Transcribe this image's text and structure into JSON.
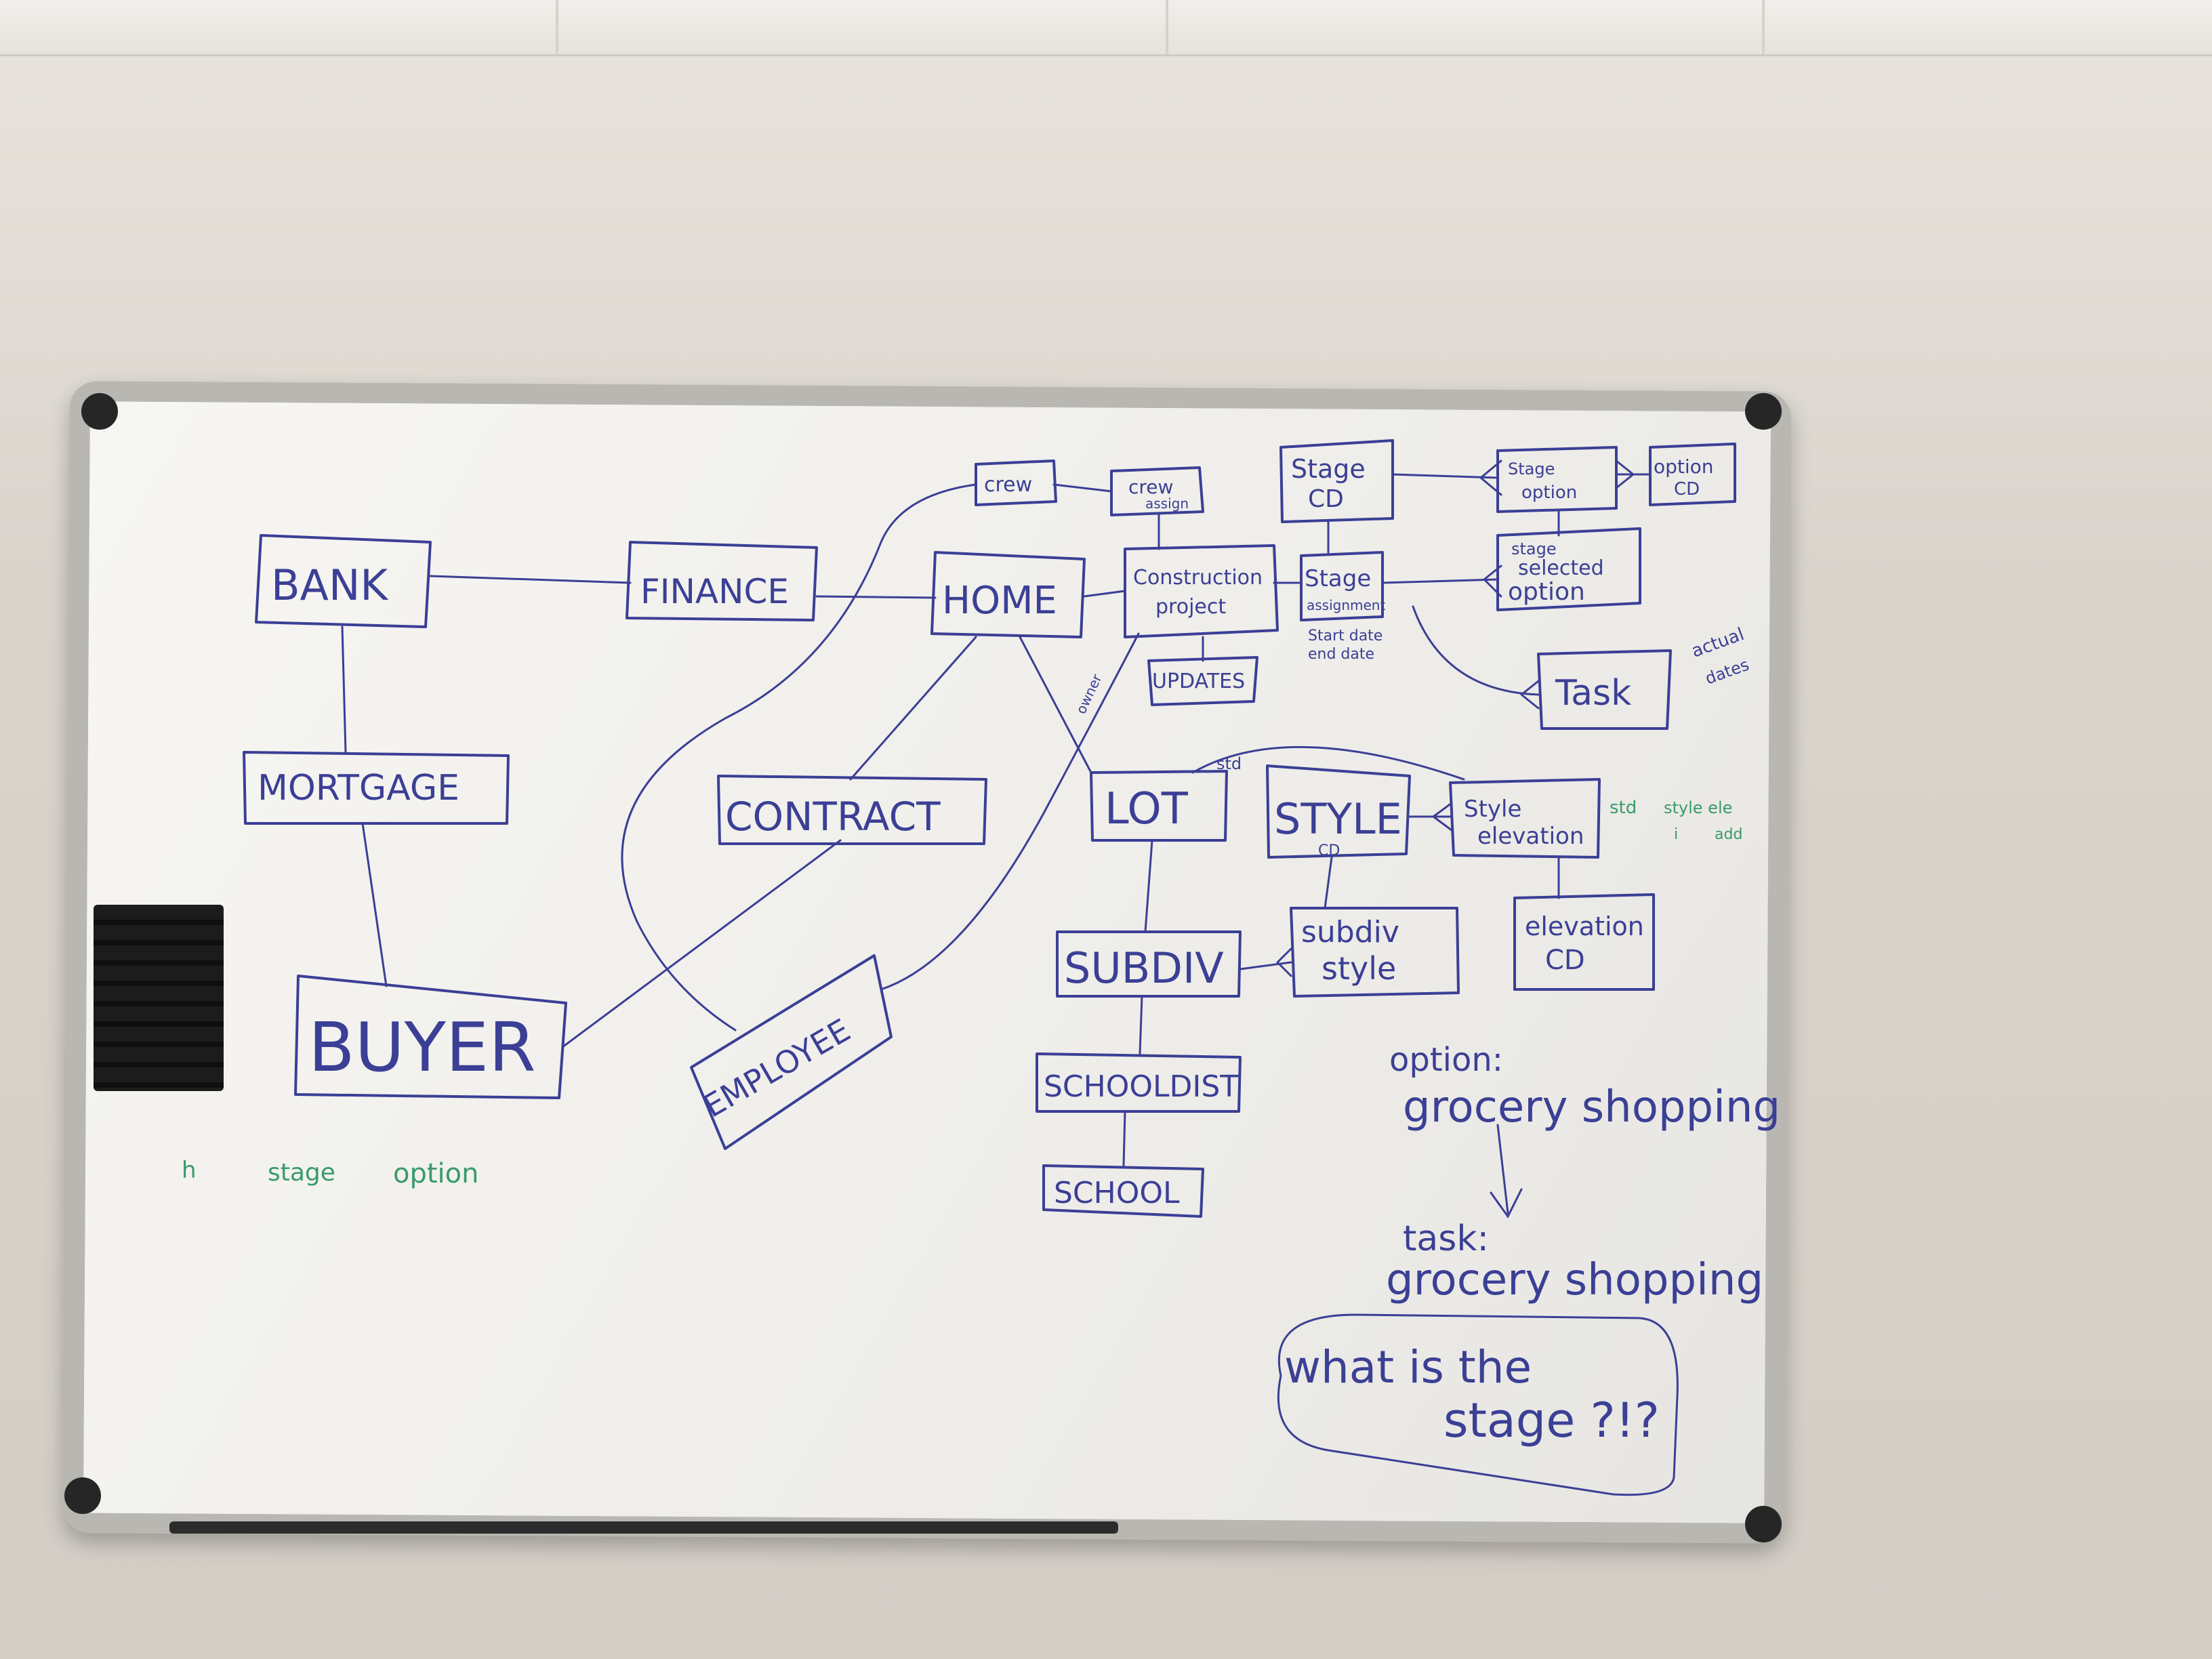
{
  "whiteboard": {
    "entities": {
      "bank": "BANK",
      "finance": "FINANCE",
      "home": "HOME",
      "construction_project": [
        "Construction",
        "project"
      ],
      "crew": "crew",
      "crew_assign": [
        "crew",
        "assign"
      ],
      "stage_cd": [
        "Stage",
        "CD"
      ],
      "stage_option": [
        "Stage",
        "option"
      ],
      "option_cd": [
        "option",
        "CD"
      ],
      "stage_assignment": [
        "Stage",
        "assignment"
      ],
      "stage_selected_option": [
        "stage",
        "selected",
        "option"
      ],
      "task": "Task",
      "updates": "UPDATES",
      "mortgage": "MORTGAGE",
      "contract": "CONTRACT",
      "lot": "LOT",
      "style": "STYLE",
      "style_elevation": [
        "Style",
        "elevation"
      ],
      "elevation_cd": [
        "elevation",
        "CD"
      ],
      "subdiv": "SUBDIV",
      "subdiv_style": [
        "subdiv",
        "style"
      ],
      "schooldist": "SCHOOLDIST",
      "school": "SCHOOL",
      "buyer": "BUYER",
      "employee": "EMPLOYEE"
    },
    "annotations": {
      "start_end_date": [
        "Start date",
        "end date"
      ],
      "actual_dates": [
        "actual",
        "dates"
      ],
      "std_note": [
        "std",
        "style ele",
        "i",
        "add"
      ],
      "std_label": "std",
      "cd_label": "CD",
      "owner": "owner",
      "green_note": [
        "h",
        "stage",
        "option"
      ]
    },
    "notes": {
      "option_line1": "option:",
      "option_line2": "grocery shopping",
      "task_line1": "task:",
      "task_line2": "grocery shopping",
      "question_line1": "what is the",
      "question_line2": "stage ?!?"
    },
    "colors": {
      "ink_blue": "#3b3f95",
      "ink_green": "#3a9a6a",
      "frame": "#b9b7b1"
    }
  }
}
